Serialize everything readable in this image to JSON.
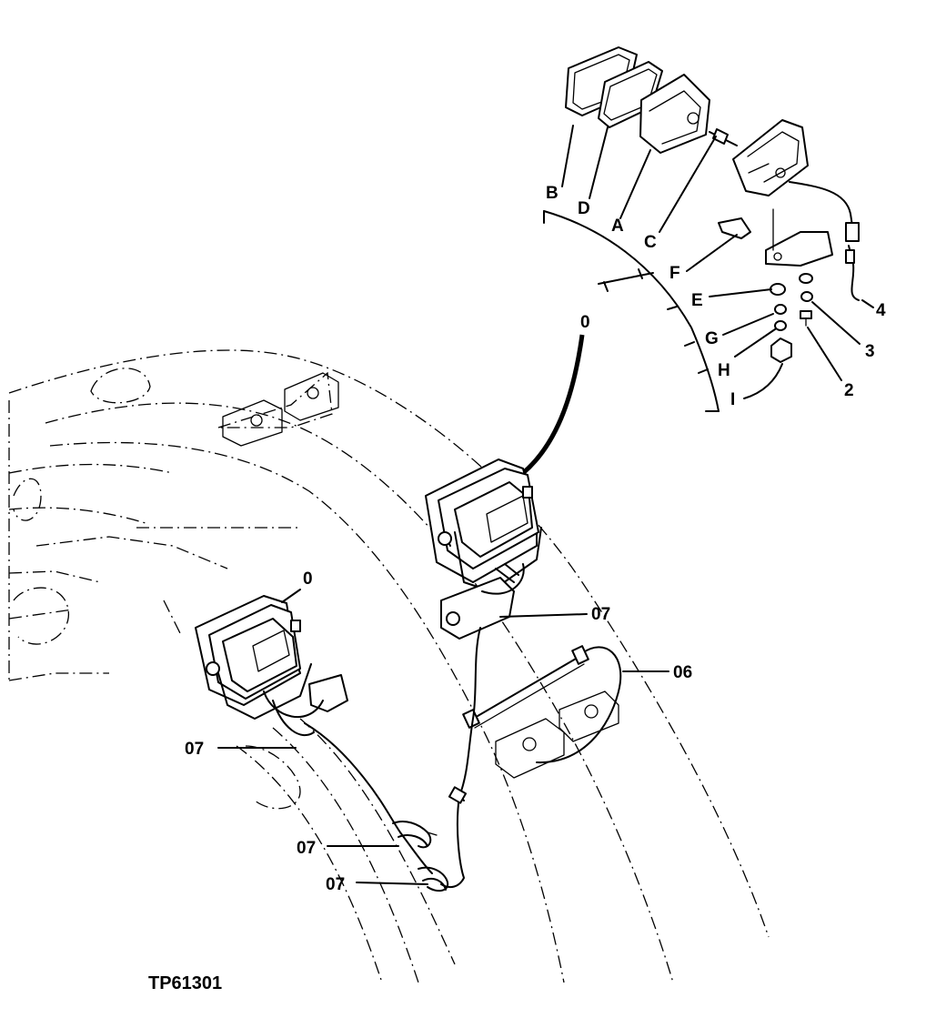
{
  "figure_id": "TP61301",
  "callouts": {
    "B": "B",
    "D": "D",
    "A": "A",
    "C": "C",
    "F": "F",
    "E": "E",
    "G": "G",
    "H": "H",
    "I": "I",
    "O_exploded": "0",
    "O_lamp": "0",
    "n4": "4",
    "n3": "3",
    "n2": "2",
    "n07_upper": "07",
    "n06": "06",
    "n07_left": "07",
    "n07_lower1": "07",
    "n07_lower2": "07"
  }
}
